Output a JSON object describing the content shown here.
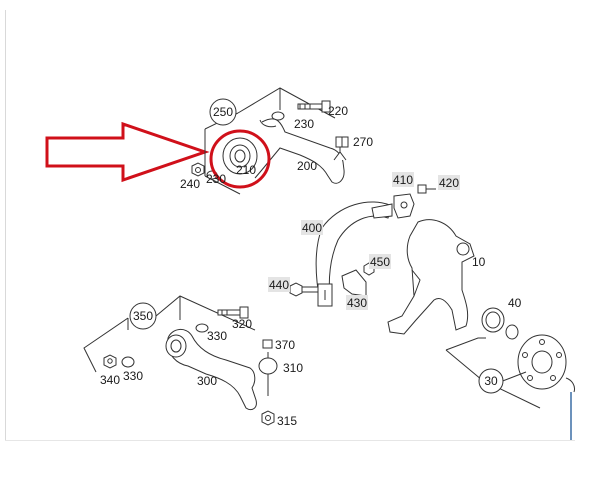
{
  "diagram": {
    "callouts": {
      "c250": "250",
      "c220": "220",
      "c230a": "230",
      "c270": "270",
      "c200": "200",
      "c210": "210",
      "c240": "240",
      "c230b": "230",
      "c410": "410",
      "c420": "420",
      "c400": "400",
      "c450": "450",
      "c440": "440",
      "c430": "430",
      "c10": "10",
      "c40": "40",
      "c30": "30",
      "c350": "350",
      "c320": "320",
      "c330a": "330",
      "c370": "370",
      "c310": "310",
      "c300": "300",
      "c340": "340",
      "c330b": "330",
      "c315": "315"
    },
    "highlight": {
      "arrow_color": "#d0101a",
      "circle_color": "#d0101a",
      "target": "210"
    },
    "colors": {
      "line": "#333333",
      "label_bg": "#e4e4e4",
      "accent_blue": "#3a6ea5"
    }
  }
}
